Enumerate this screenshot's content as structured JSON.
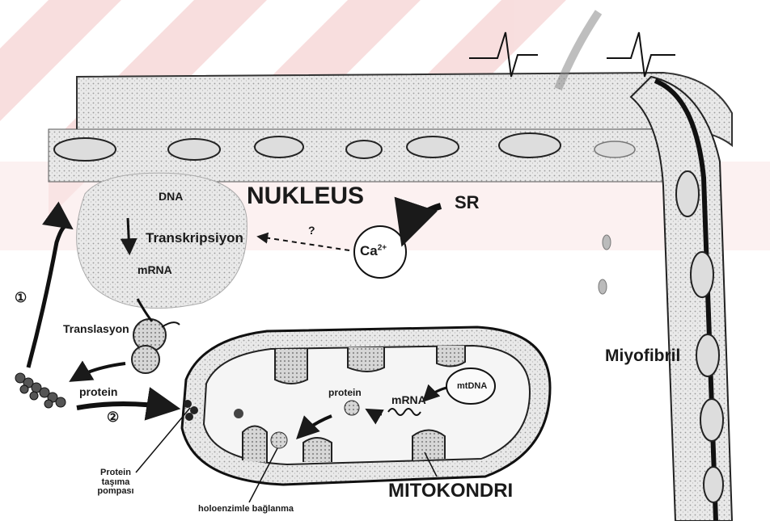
{
  "labels": {
    "nukleus": "NUKLEUS",
    "dna": "DNA",
    "transkripsiyon": "Transkripsiyon",
    "mrna_nucleus": "mRNA",
    "translasyon": "Translasyon",
    "protein_left": "protein",
    "step1": "①",
    "step2": "②",
    "sr": "SR",
    "ca": "Ca",
    "ca_sup": "2+",
    "question": "?",
    "miyofibril": "Miyofibril",
    "mitokondri": "MITOKONDRI",
    "protein_mito": "protein",
    "mrna_mito": "mRNA",
    "mtdna": "mtDNA",
    "protein_pump_l1": "Protein",
    "protein_pump_l2": "taşıma",
    "protein_pump_l3": "pompası",
    "holoenzim": "holoenzimle bağlanma"
  },
  "colors": {
    "ink": "#1a1a1a",
    "gray": "#8a8a8a",
    "lightgray": "#cfcfcf",
    "watermark": "#f3c4c4",
    "bg": "#ffffff"
  }
}
